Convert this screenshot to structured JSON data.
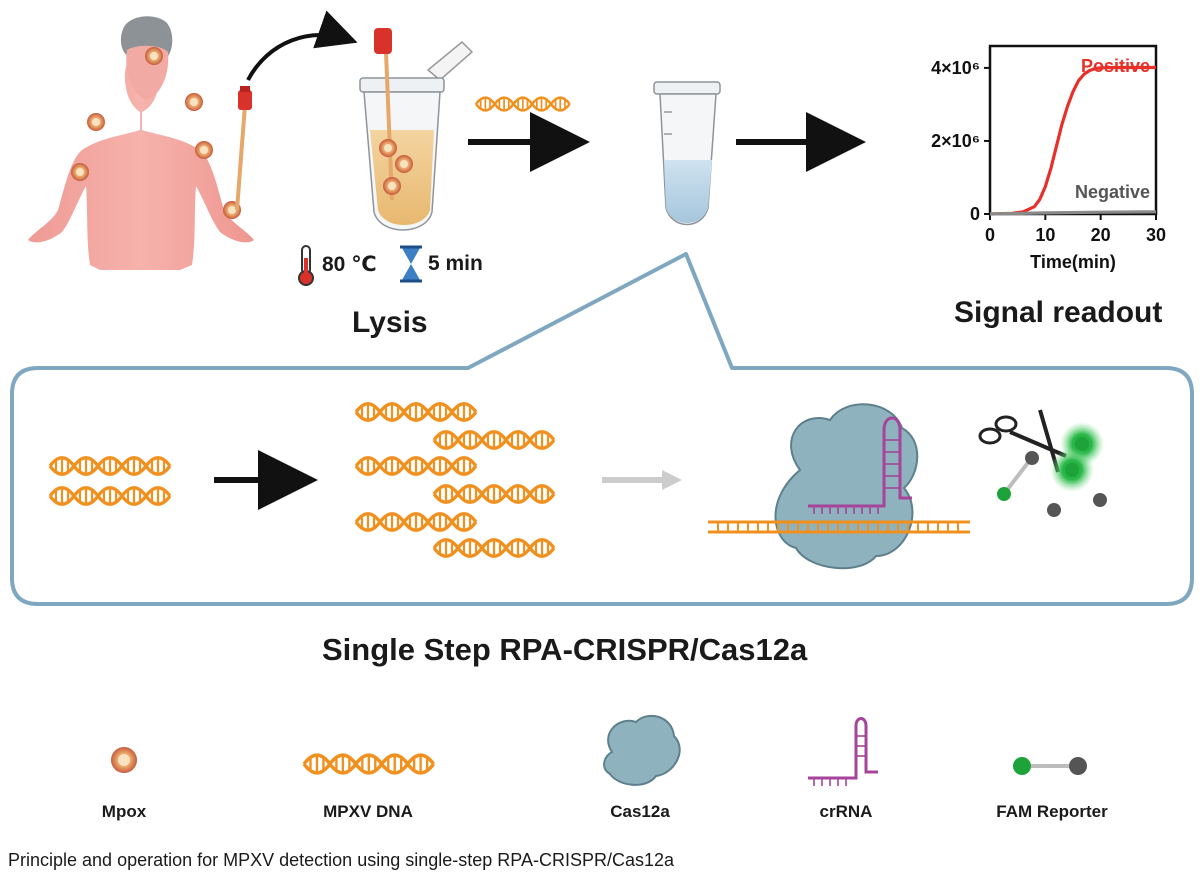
{
  "lysis": {
    "temperature": "80 ℃",
    "time": "5 min",
    "label": "Lysis"
  },
  "signal": {
    "label": "Signal readout"
  },
  "chart_data": {
    "type": "line",
    "xlabel": "Time(min)",
    "ylabel": "",
    "xlim": [
      0,
      30
    ],
    "ylim": [
      0,
      4600000
    ],
    "xticks": [
      0,
      10,
      20,
      30
    ],
    "yticks": [
      {
        "value": 0,
        "label": "0"
      },
      {
        "value": 2000000,
        "label": "2×10⁶"
      },
      {
        "value": 4000000,
        "label": "4×10⁶"
      }
    ],
    "series": [
      {
        "name": "Positive",
        "color": "#e8302a",
        "x": [
          0,
          4,
          6,
          8,
          9,
          10,
          11,
          12,
          13,
          14,
          15,
          16,
          17,
          18,
          19,
          20,
          22,
          25,
          30
        ],
        "y": [
          0,
          20000,
          60000,
          200000,
          400000,
          750000,
          1250000,
          1850000,
          2450000,
          2950000,
          3350000,
          3650000,
          3830000,
          3930000,
          3980000,
          4000000,
          4010000,
          4010000,
          4010000
        ]
      },
      {
        "name": "Negative",
        "color": "#8a8a8a",
        "x": [
          0,
          10,
          20,
          30
        ],
        "y": [
          0,
          30000,
          50000,
          60000
        ]
      }
    ],
    "grid": false
  },
  "process": {
    "title": "Single Step RPA-CRISPR/Cas12a"
  },
  "legend": [
    {
      "label": "Mpox",
      "icon": "mpox-lesion-icon"
    },
    {
      "label": "MPXV DNA",
      "icon": "dna-icon"
    },
    {
      "label": "Cas12a",
      "icon": "cas12a-protein-icon"
    },
    {
      "label": "crRNA",
      "icon": "crrna-icon"
    },
    {
      "label": "FAM Reporter",
      "icon": "fam-reporter-icon"
    }
  ],
  "caption": "Principle and operation for MPXV detection using single-step RPA-CRISPR/Cas12a",
  "colors": {
    "dna": "#f0901e",
    "skin": "#f2a6a1",
    "box": "#7fa8c0",
    "cas12a": "#8fb2bf",
    "crrna": "#a5449a",
    "fam": "#1fa33a",
    "positive": "#e8302a"
  }
}
